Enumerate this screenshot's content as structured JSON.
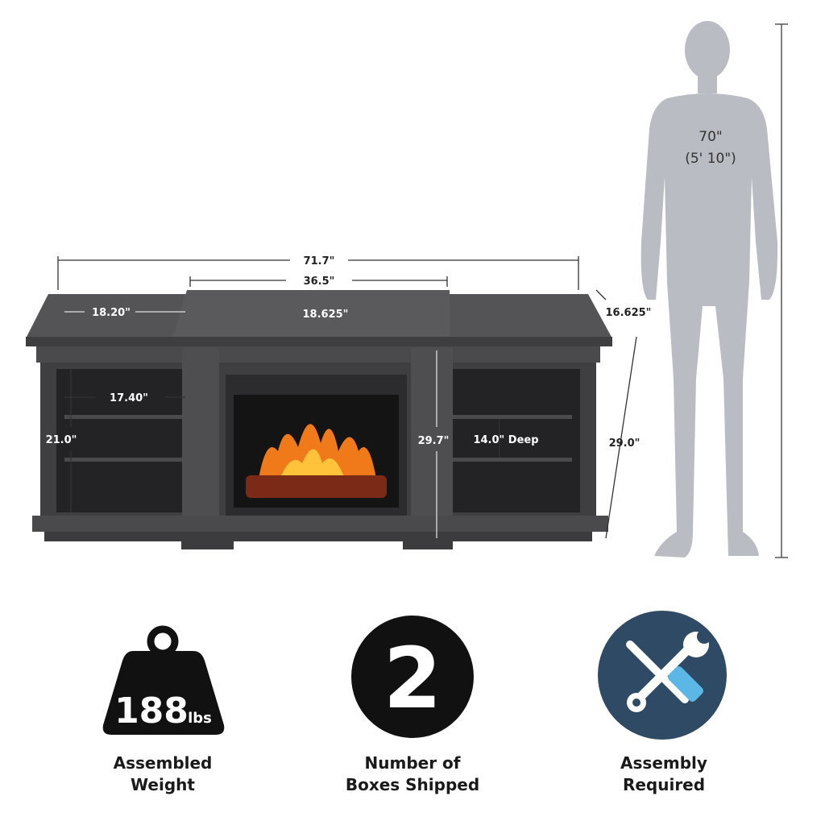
{
  "dimensions": {
    "overall_width": "71.7\"",
    "center_width": "36.5\"",
    "side_top_width": "18.20\"",
    "center_top_depth": "18.625\"",
    "side_depth": "16.625\"",
    "shelf_width": "17.40\"",
    "shelf_height": "21.0\"",
    "center_height": "29.7\"",
    "shelf_depth": "14.0\" Deep",
    "overall_height": "29.0\""
  },
  "person": {
    "height": "70\"",
    "height_ft": "(5' 10\")"
  },
  "features": [
    {
      "icon": "weight-icon",
      "value": "188",
      "unit": "lbs",
      "label_line1": "Assembled",
      "label_line2": "Weight"
    },
    {
      "icon": "number-circle-icon",
      "value": "2",
      "label_line1": "Number of",
      "label_line2": "Boxes Shipped"
    },
    {
      "icon": "tools-icon",
      "label_line1": "Assembly",
      "label_line2": "Required",
      "color": "#2e4a64"
    }
  ],
  "colors": {
    "wood": "#4a4a4c",
    "silhouette": "#b9bcc2",
    "tool_blue": "#5bb8e6"
  }
}
